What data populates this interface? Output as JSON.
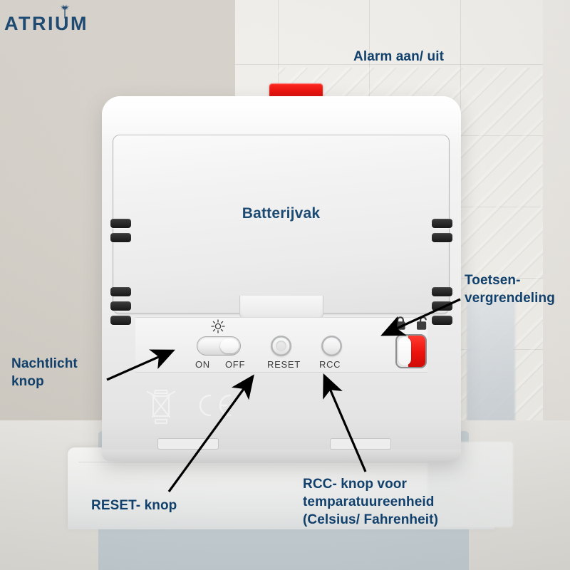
{
  "brand": {
    "name": "ATRIUM",
    "mark_icon": "palm-fountain-icon",
    "color": "#1f4a72"
  },
  "scene": {
    "background": "bedroom-wall-and-bed",
    "wall_left_color": "#d6d1c9",
    "wall_tiled_color": "#f2f1ec",
    "bed_base_color": "#c6d0d5",
    "mattress_color": "#f4f5f4"
  },
  "device": {
    "name": "alarm-clock-rear-panel",
    "body_color": "#ededed",
    "battery_door": {
      "label": "Batterijvak"
    },
    "alarm_button": {
      "color": "#e8100c"
    },
    "nightlight_switch": {
      "icon": "sun-icon",
      "position": "OFF",
      "labels": [
        "ON",
        "OFF"
      ]
    },
    "buttons": [
      {
        "id": "reset-button",
        "label": "RESET"
      },
      {
        "id": "rcc-button",
        "label": "RCC"
      }
    ],
    "lock_switch": {
      "icons": [
        "lock-closed-icon",
        "lock-open-icon"
      ],
      "slider_color": "#ec120d"
    },
    "compliance_marks": [
      "weee-crossed-bin-icon",
      "ce-marking-icon"
    ],
    "vents": {
      "left_top_count": 2,
      "left_bottom_count": 3,
      "right_top_count": 2,
      "right_bottom_count": 3
    }
  },
  "annotations": {
    "color": "#10406b",
    "alarm": "Alarm aan/ uit",
    "lock": "Toetsen-\nvergrendeling",
    "nightlight": "Nachtlicht\nknop",
    "reset": "RESET- knop",
    "rcc": "RCC- knop voor\ntemparatuureenheid\n(Celsius/ Fahrenheit)"
  }
}
